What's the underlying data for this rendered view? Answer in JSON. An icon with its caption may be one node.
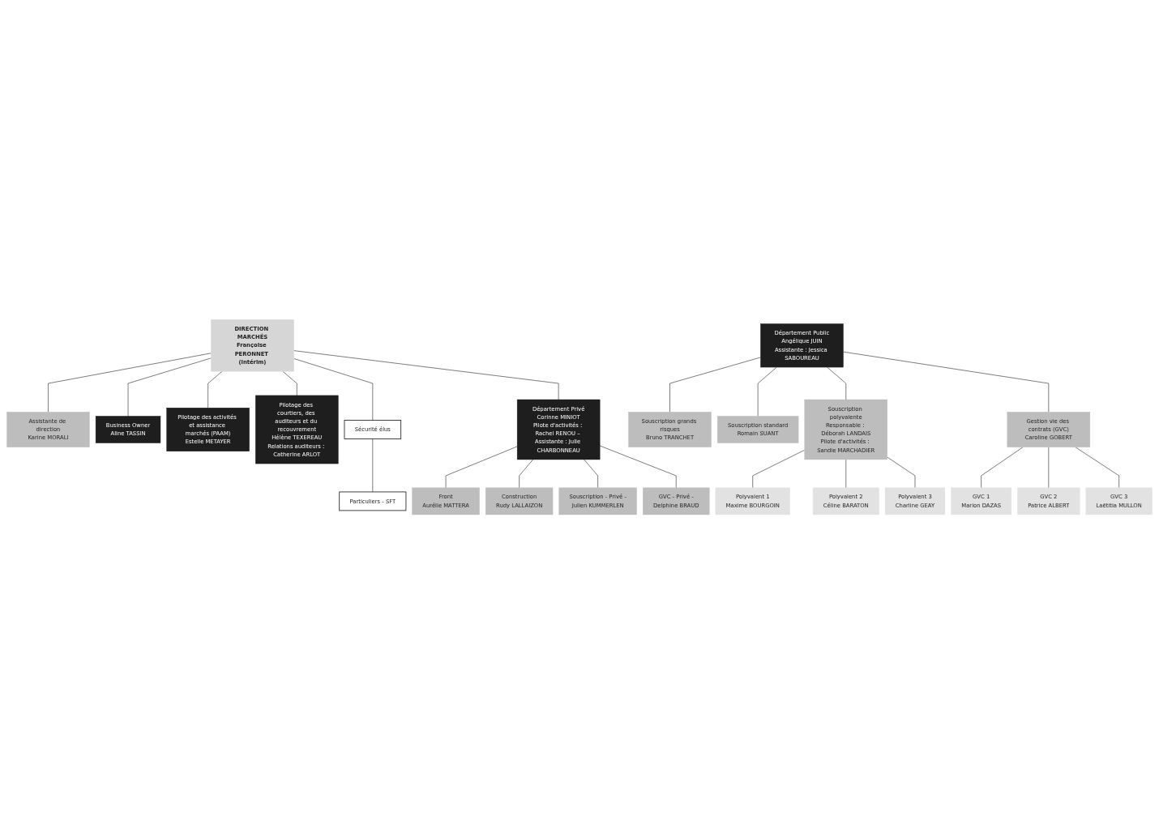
{
  "diagram": {
    "nodes": [
      {
        "text": [
          "DIRECTION MARCHÉS",
          "Françoise PERONNET (intérim)"
        ]
      },
      {
        "text": [
          "Assistante de direction",
          "Karine MORALI"
        ]
      },
      {
        "text": [
          "Business Owner",
          "Aline TASSIN"
        ]
      },
      {
        "text": [
          "Pilotage des activités et assistance marchés (PAAM)",
          "Estelle METAYER"
        ]
      },
      {
        "text": [
          "Pilotage des courtiers, des auditeurs et du recouvrement",
          "Hélène TEXEREAU",
          "Relations auditeurs : Catherine ARLOT"
        ]
      },
      {
        "text": [
          "Département Public",
          "Angélique JUIN",
          "Assistante : Jessica SABOUREAU"
        ]
      },
      {
        "text": [
          "Département Privé",
          "Corinne MINIOT",
          "Pilote d'activités : Rachel RENOU – Assistante : Julie CHARBONNEAU"
        ]
      },
      {
        "text": [
          "Souscription polyvalente",
          "Responsable : Déborah LANDAIS",
          "Pilote d'activités : Sandie MARCHADIER"
        ]
      },
      {
        "text": [
          "Souscription grands risques",
          "Bruno TRANCHET"
        ]
      },
      {
        "text": [
          "Souscription standard",
          "Romain SUANT"
        ]
      },
      {
        "text": [
          "Polyvalent 1",
          "Maxime BOURGOIN"
        ]
      },
      {
        "text": [
          "Polyvalent 2",
          "Céline BARATON"
        ]
      },
      {
        "text": [
          "Polyvalent 3",
          "Charline GEAY"
        ]
      },
      {
        "text": [
          "Front",
          "Aurélie MATTERA"
        ]
      },
      {
        "text": [
          "Construction",
          "Rudy LALLAIZON"
        ]
      },
      {
        "text": [
          "Souscription - Privé -",
          "Julien KUMMERLEN"
        ]
      },
      {
        "text": [
          "GVC - Privé -",
          "Delphine BRAUD"
        ]
      },
      {
        "text": [
          "Gestion vie des contrats (GVC)",
          "Caroline GOBERT"
        ]
      },
      {
        "text": [
          "GVC 1",
          "Marion DAZAS"
        ]
      },
      {
        "text": [
          "GVC 2",
          "Patrice ALBERT"
        ]
      },
      {
        "text": [
          "GVC 3",
          "Laëtitia MULLON"
        ]
      },
      {
        "text": [
          "Sécurité élus"
        ]
      },
      {
        "text": [
          "Particuliers - SFT"
        ]
      }
    ],
    "edges": [
      {
        "from": 0,
        "to": 1,
        "arrow": "none"
      },
      {
        "from": 0,
        "to": 2,
        "arrow": "none"
      },
      {
        "from": 0,
        "to": 3,
        "arrow": "none"
      },
      {
        "from": 0,
        "to": 4,
        "arrow": "none"
      },
      {
        "from": 0,
        "to": 21,
        "arrow": "none"
      },
      {
        "from": 0,
        "to": 6,
        "arrow": "none"
      },
      {
        "from": 21,
        "to": 22,
        "arrow": "none"
      },
      {
        "from": 5,
        "to": 7,
        "arrow": "none"
      },
      {
        "from": 5,
        "to": 8,
        "arrow": "none"
      },
      {
        "from": 5,
        "to": 9,
        "arrow": "none"
      },
      {
        "from": 5,
        "to": 17,
        "arrow": "none"
      },
      {
        "from": 7,
        "to": 10,
        "arrow": "none"
      },
      {
        "from": 7,
        "to": 11,
        "arrow": "none"
      },
      {
        "from": 7,
        "to": 12,
        "arrow": "none"
      },
      {
        "from": 6,
        "to": 13,
        "arrow": "none"
      },
      {
        "from": 6,
        "to": 14,
        "arrow": "none"
      },
      {
        "from": 6,
        "to": 15,
        "arrow": "none"
      },
      {
        "from": 6,
        "to": 16,
        "arrow": "none"
      },
      {
        "from": 17,
        "to": 18,
        "arrow": "none"
      },
      {
        "from": 17,
        "to": 19,
        "arrow": "none"
      },
      {
        "from": 17,
        "to": 20,
        "arrow": "none"
      }
    ]
  }
}
